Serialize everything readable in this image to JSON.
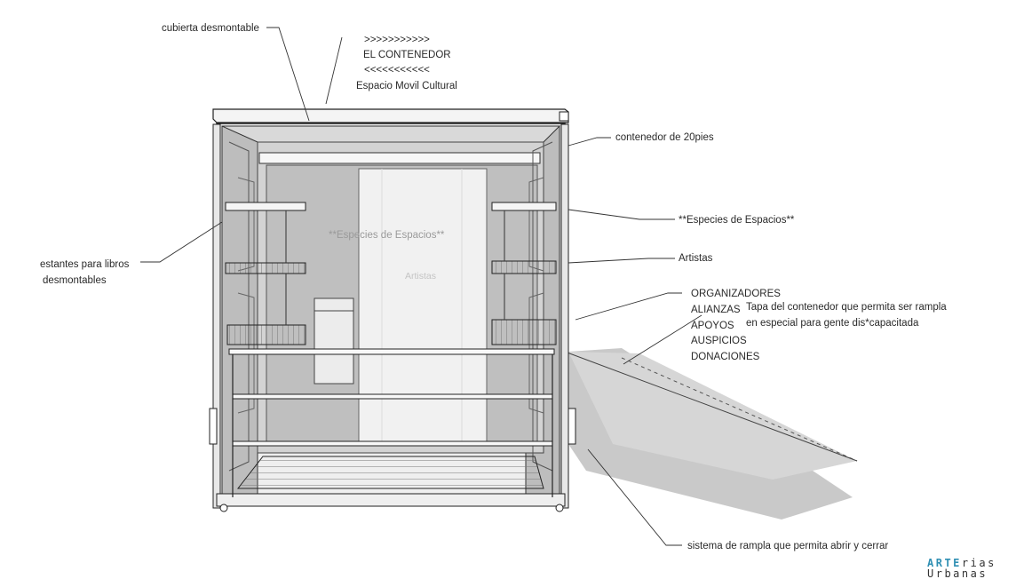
{
  "title": {
    "arrows_right": ">>>>>>>>>>>",
    "name": "EL CONTENEDOR",
    "arrows_left": "<<<<<<<<<<<",
    "subtitle": "Espacio Movil Cultural"
  },
  "labels": {
    "cubierta": "cubierta desmontable",
    "contenedor": "contenedor de 20pies",
    "especies": "**Especies de Espacios**",
    "artistas": "Artistas",
    "estantes_1": "estantes para libros",
    "estantes_2": "desmontables",
    "organizadores": [
      "ORGANIZADORES",
      "ALIANZAS",
      "APOYOS",
      "AUSPICIOS",
      "DONACIONES"
    ],
    "tapa_1": "Tapa del contenedor que permita ser rampla",
    "tapa_2": "en especial para gente dis*capacitada",
    "rampa": "sistema de rampla que permita abrir y cerrar"
  },
  "inner_signs": {
    "especies": "**Especies de Espacios**",
    "artistas": "Artistas"
  },
  "logo": {
    "line1_accent": "ARTE",
    "line1_rest": "rias",
    "line2": "Urbanas"
  },
  "colors": {
    "accent": "#2f8fb3",
    "line": "#333333",
    "shadow": "#c9c9c9"
  }
}
